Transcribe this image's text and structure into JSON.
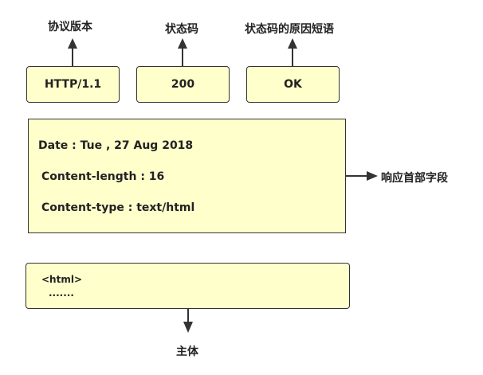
{
  "status_line": {
    "version": {
      "value": "HTTP/1.1",
      "label": "协议版本"
    },
    "status_code": {
      "value": "200",
      "label": "状态码"
    },
    "reason_phrase": {
      "value": "OK",
      "label": "状态码的原因短语"
    }
  },
  "headers": {
    "lines": [
      "Date : Tue , 27 Aug 2018",
      "Content-length : 16",
      "Content-type : text/html"
    ],
    "label": "响应首部字段"
  },
  "body_section": {
    "lines": [
      "<html>",
      "......."
    ],
    "label": "主体"
  },
  "colors": {
    "box_fill": "#ffffcc",
    "stroke": "#333333"
  }
}
